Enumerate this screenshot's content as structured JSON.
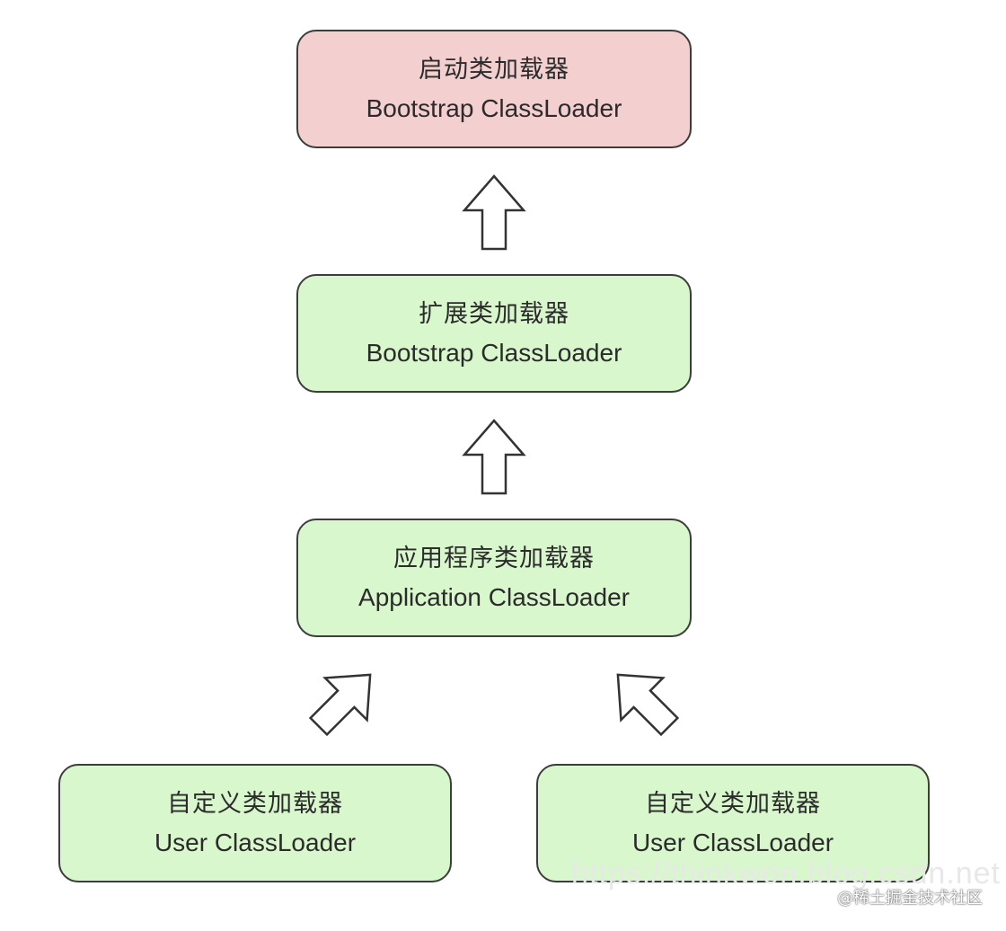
{
  "nodes": {
    "bootstrap": {
      "zh": "启动类加载器",
      "en": "Bootstrap ClassLoader"
    },
    "extension": {
      "zh": "扩展类加载器",
      "en": "Bootstrap ClassLoader"
    },
    "application": {
      "zh": "应用程序类加载器",
      "en": "Application ClassLoader"
    },
    "user1": {
      "zh": "自定义类加载器",
      "en": "User ClassLoader"
    },
    "user2": {
      "zh": "自定义类加载器",
      "en": "User ClassLoader"
    }
  },
  "colors": {
    "bootstrap_fill": "#f4cfcf",
    "loader_fill": "#d9f7cd",
    "border": "#3d3d3d"
  },
  "watermark": "https://thinkwon.blog.csdn.net",
  "credit": "@稀土掘金技术社区"
}
